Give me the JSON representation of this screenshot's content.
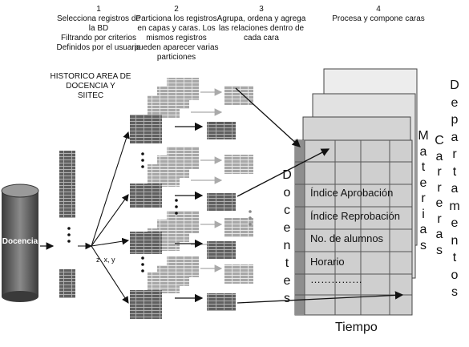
{
  "steps": [
    {
      "number": "1",
      "text_lines": [
        "Selecciona registros de",
        "la BD",
        "Filtrando por criterios",
        "Definidos por el usuario"
      ]
    },
    {
      "number": "2",
      "text_lines": [
        "Particiona los registros",
        "en capas y caras. Los",
        "mismos registros",
        "pueden aparecer varias",
        "particiones"
      ]
    },
    {
      "number": "3",
      "text_lines": [
        "Agrupa, ordena y agrega",
        "las relaciones dentro de",
        "cada cara"
      ]
    },
    {
      "number": "4",
      "text_lines": [
        "Procesa y compone caras"
      ]
    }
  ],
  "source_label_lines": [
    "HISTORICO AREA DE",
    "DOCENCIA Y",
    "SIITEC"
  ],
  "database_label": "Docencia",
  "partition_label": "z  x, y",
  "cube": {
    "bottom_axis": "Tiempo",
    "dimension_docentes": "Docentes",
    "dimension_materias": "Materias",
    "dimension_carreras": "Carreras",
    "dimension_departamentos": "Departamentos",
    "metrics": [
      "Índice Aprobación",
      "Índice Reprobación",
      "No. de alumnos",
      "Horario",
      "……………"
    ]
  }
}
